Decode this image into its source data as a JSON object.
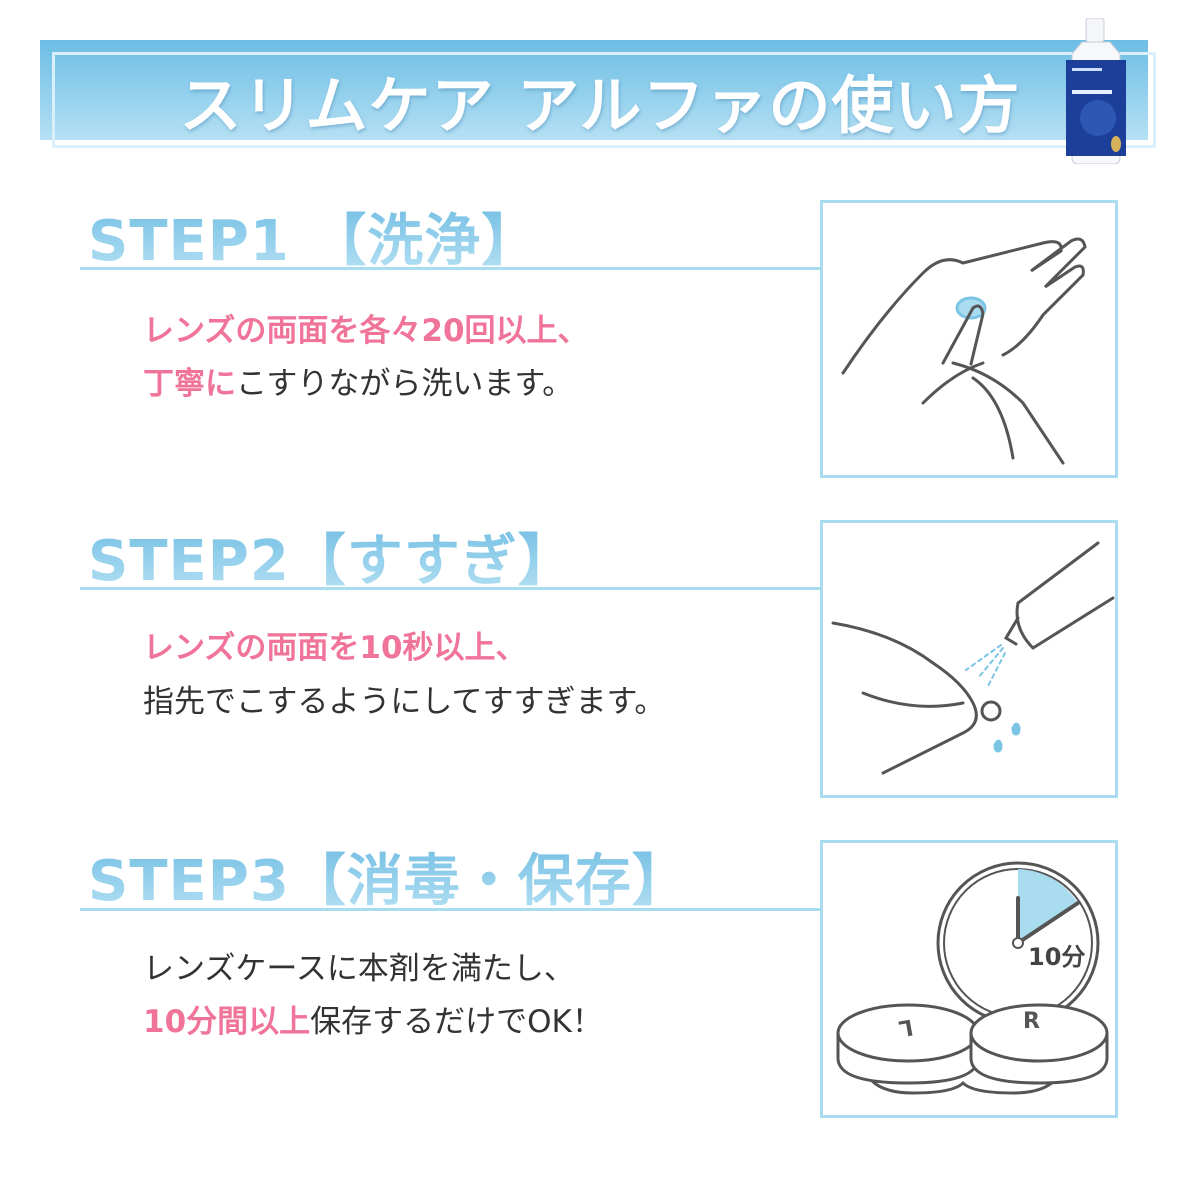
{
  "header": {
    "title": "スリムケア アルファの使い方"
  },
  "colors": {
    "accent_blue": "#8ccbe8",
    "pink": "#f07399",
    "text": "#333333",
    "frame": "#a9dcef"
  },
  "steps": [
    {
      "heading": "STEP1 【洗浄】",
      "line1": {
        "emphasis": "レンズの両面を各々20回以上、",
        "plain": ""
      },
      "line2": {
        "emphasis": "丁寧に",
        "plain": "こすりながら洗います。"
      },
      "illustration": "hands-rubbing-lens"
    },
    {
      "heading": "STEP2【すすぎ】",
      "line1": {
        "emphasis": "レンズの両面を10秒以上、",
        "plain": ""
      },
      "line2": {
        "emphasis": "",
        "plain": "指先でこするようにしてすすぎます。"
      },
      "illustration": "rinsing-lens-with-bottle"
    },
    {
      "heading": "STEP3【消毒・保存】",
      "line1": {
        "emphasis": "",
        "plain": "レンズケースに本剤を満たし、"
      },
      "line2": {
        "emphasis": "10分間以上",
        "plain": "保存するだけでOK！"
      },
      "illustration": "timer-and-lens-case",
      "timer_label": "10分",
      "case_left": "L",
      "case_right": "R"
    }
  ]
}
